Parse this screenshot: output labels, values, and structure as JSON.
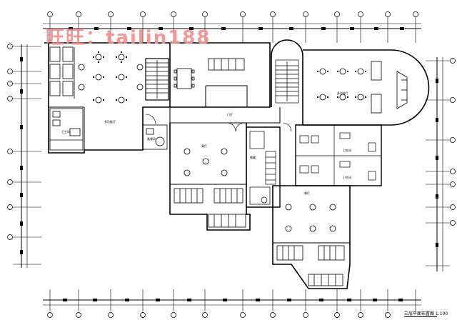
{
  "watermark": "旺旺：tailin188",
  "colors": {
    "ink": "#000000",
    "paper": "#ffffff",
    "watermark": "#f28c8c"
  },
  "room_labels": {
    "west_dining_hall": "多功能厅",
    "east_dining_hall": "多功能厅",
    "central_hall": "门厅",
    "middle_dining_hall": "餐厅",
    "southeast_dining_hall": "餐厅",
    "wc_west": "卫生间",
    "wc_center": "卫生间",
    "wc_east": "卫生间",
    "kitchen_prep": "备餐间",
    "stair_store": "储藏"
  },
  "footer": {
    "drawing_title": "三层平面布置图 1:100"
  }
}
